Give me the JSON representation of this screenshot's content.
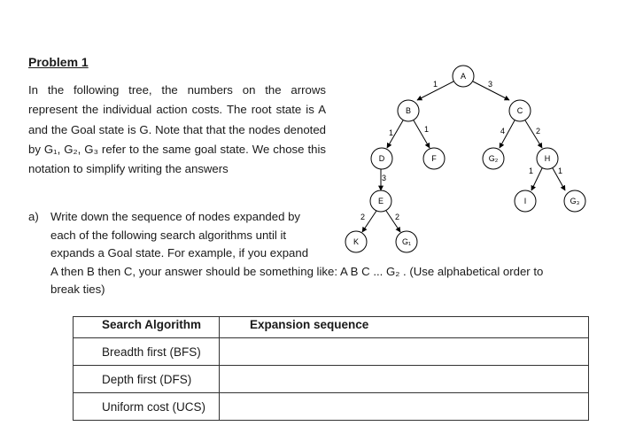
{
  "heading": "Problem 1",
  "intro": "In the following tree, the numbers on the arrows represent the individual action costs. The root state is A and the Goal state is G. Note that that the nodes denoted by G₁, G₂, G₃ refer to the same goal state. We chose this notation to simplify writing the answers",
  "question": {
    "label": "a)",
    "lines": [
      "Write down the sequence of nodes expanded by",
      "each of the following search algorithms until it",
      "expands a Goal state. For example, if you expand",
      "A then B then C, your answer should be something like: A B C ... G₂ . (Use alphabetical order to",
      "break ties)"
    ]
  },
  "tree": {
    "nodes": {
      "A": "A",
      "B": "B",
      "C": "C",
      "D": "D",
      "F": "F",
      "G2": "G₂",
      "H": "H",
      "E": "E",
      "I": "I",
      "G3": "G₃",
      "K": "K",
      "G1": "G₁"
    },
    "edges": {
      "A_B": "1",
      "A_C": "3",
      "B_D": "1",
      "B_F": "1",
      "C_G2": "4",
      "C_H": "2",
      "D_E": "3",
      "H_I": "1",
      "H_G3": "1",
      "E_K": "2",
      "E_G1": "2"
    }
  },
  "table": {
    "headers": [
      "Search Algorithm",
      "Expansion sequence"
    ],
    "rows": [
      {
        "algorithm": "Breadth first (BFS)",
        "sequence": ""
      },
      {
        "algorithm": "Depth first (DFS)",
        "sequence": ""
      },
      {
        "algorithm": "Uniform cost (UCS)",
        "sequence": ""
      }
    ]
  }
}
